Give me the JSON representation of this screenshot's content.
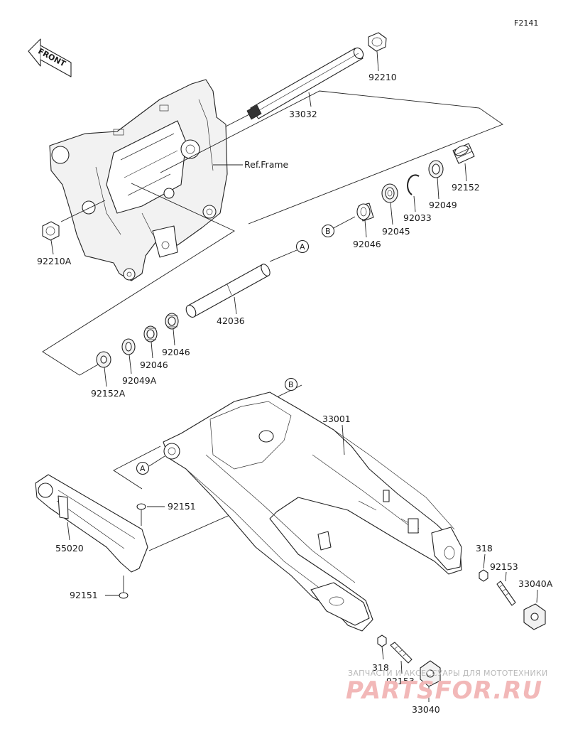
{
  "diagram_id": "F2141",
  "direction_label": "FRONT",
  "reference_label": "Ref.Frame",
  "callouts": {
    "a": "A",
    "b": "B"
  },
  "parts": {
    "p92210": "92210",
    "p33032": "33032",
    "p92210A": "92210A",
    "p92152": "92152",
    "p92049": "92049",
    "p92033": "92033",
    "p92045": "92045",
    "p92046_top": "92046",
    "p42036": "42036",
    "p92046_a": "92046",
    "p92046_b": "92046",
    "p92049A": "92049A",
    "p92152A": "92152A",
    "p33001": "33001",
    "p92151_a": "92151",
    "p55020": "55020",
    "p92151_b": "92151",
    "p318_a": "318",
    "p92153_a": "92153",
    "p33040A": "33040A",
    "p318_b": "318",
    "p92153_b": "92153",
    "p33040": "33040"
  },
  "watermark": {
    "caption": "ЗАПЧАСТИ И АКСЕССУАРЫ ДЛЯ МОТОТЕХНИКИ",
    "brand": "PARTSFOR.RU",
    "color": "#e89a9a"
  }
}
